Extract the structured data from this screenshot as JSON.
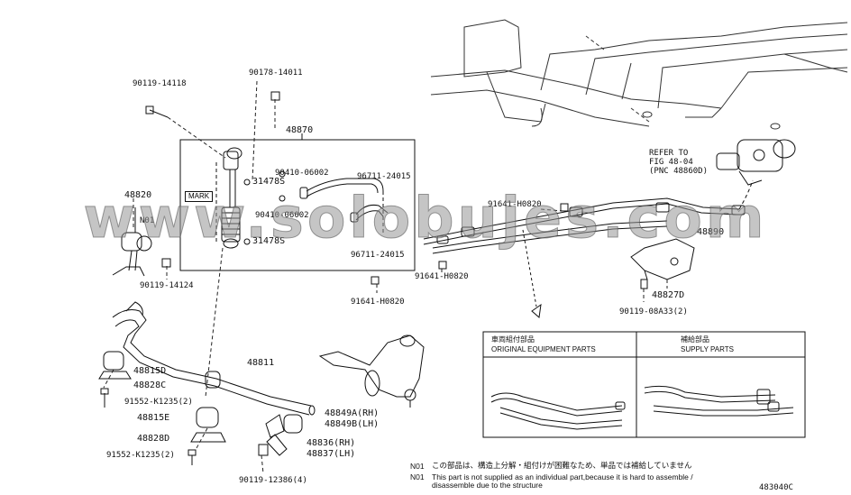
{
  "watermark": "www.solobujes.com",
  "figure_id": "483040C",
  "labels": {
    "p90119_14118": "90119-14118",
    "p90178_14011": "90178-14011",
    "p48870": "48870",
    "p90410_06002_a": "90410-06002",
    "p31478s_a": "31478S",
    "p96711_24015_a": "96711-24015",
    "mark": "MARK",
    "p90410_06002_b": "90410-06002",
    "p31478s_b": "31478S",
    "p96711_24015_b": "96711-24015",
    "p48820": "48820",
    "n01": "N01",
    "p90119_14124": "90119-14124",
    "p91641_h0820_a": "91641-H0820",
    "p91641_h0820_b": "91641-H0820",
    "p91641_h0820_c": "91641-H0820",
    "p48890": "48890",
    "p48827d": "48827D",
    "p90119_08a33": "90119-08A33(2)",
    "refer_1": "REFER TO",
    "refer_2": "FIG 48-04",
    "refer_3": "(PNC 48860D)",
    "p48811": "48811",
    "p48815d": "48815D",
    "p48828c": "48828C",
    "p91552_k1235_a": "91552-K1235(2)",
    "p48815e": "48815E",
    "p48828d": "48828D",
    "p91552_k1235_b": "91552-K1235(2)",
    "p48849a": "48849A(RH)",
    "p48849b": "48849B(LH)",
    "p48836": "48836(RH)",
    "p48837": "48837(LH)",
    "p90119_12386": "90119-12386(4)"
  },
  "inset": {
    "left_title_jp": "車両組付部品",
    "left_title_en": "ORIGINAL EQUIPMENT PARTS",
    "right_title_jp": "補給部品",
    "right_title_en": "SUPPLY PARTS"
  },
  "notes": {
    "n1_code": "N01",
    "n1_text": "この部品は、構造上分解・組付けが困難なため、単品では補給していません",
    "n2_code": "N01",
    "n2_text_1": "This part is not supplied as an individual part,because it is hard to assemble /",
    "n2_text_2": "disassemble due to the structure"
  }
}
